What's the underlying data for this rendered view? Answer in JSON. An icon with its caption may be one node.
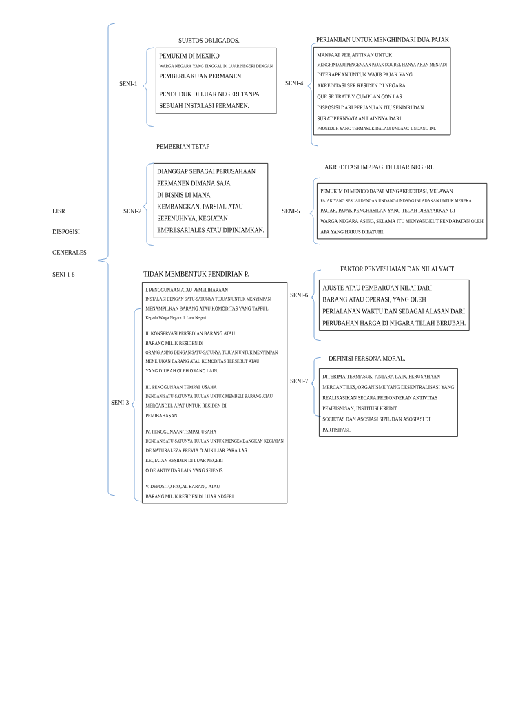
{
  "diagram": {
    "nodes": [
      {
        "text": [
          "SUJETOS OBLIGADOS.",
          "PEMUKIM DI MEXIKO",
          "WARGA NEGARA YANG TINGGAL DI LUAR NEGERI DENGAN",
          "PEMBERLAKUAN PERMANEN.",
          "PENDUDUK DI LUAR NEGERI TANPA",
          "SEBUAH INSTALASI PERMANEN."
        ]
      },
      {
        "text": [
          "PEMBERIAN TETAP",
          "DIANGGAP SEBAGAI PERUSAHAAN",
          "PERMANEN DIMANA SAJA",
          "DI BISNIS DI MANA",
          "KEMBANGKAN, PARSIAL ATAU",
          "SEPENUHNYA, KEGIATAN",
          "EMPRESARIALES ATAU DIPINJAMKAN."
        ]
      },
      {
        "text": [
          "TIDAK MEMBENTUK PENDIRIAN P.",
          "I. PENGGUNAAN ATAU PEMELIHARAAN",
          "INSTALASI DENGAN SATU-SATUNYA TUJUAN UNTUK MENYIMPAN",
          "MENAMPILKAN BARANG ATAU KOMODITAS YANG TAPPUL",
          "Kepada Warga Negara di Luar Negeri.",
          "II. KONSERVASI PERSEDIAN BARANG ATAU",
          "BARANG MILIK RESIDEN DI",
          "ORANG ASING DENGAN SATU-SATUNYA TUJUAN UNTUK MENYIMPAN",
          "MENEJUKAN BARANG ATAU KOMODITAS TERSEBUT ATAU",
          "YANG DIUBAH OLEH ORANG LAIN.",
          "III. PENGGUNAAN TEMPAT USAHA",
          "DENGAN SATU-SATUNYA TUJUAN UNTUK MEMBELI BARANG ATAU",
          "MERCANDEL APAT UNTUK RESIDEN DI",
          "PEMIBAHASAN.",
          "IV. PENGGUNAAN TEMPAT USAHA",
          "DENGAN SATU-SATUNYA TUJUAN UNTUK MENGEMBANGKAN KEGIATAN",
          "DE NATURALEZA PREVIA O AUXILIAR PARA LAS",
          "KEGIATAN RESIDEN DI LUAR NEGERI",
          "O DE AKTIVITAS LAIN YANG SEJENIS.",
          "V. DEPOSITO FISCAL BARANG ATAU",
          "BARANG MILIK RESIDEN DI LUAR NEGERI"
        ]
      },
      {
        "text": [
          "PERJANJIAN UNTUK MENGHINDARI DUA PAJAK",
          "MANFAAT PERjANTIKAN UNTUK",
          "MENGHINDARI PENGENAAN PAJAK DOUBEL HANYA AKAN MENJADI",
          "DITERAPKAN UNTUK WAJIB PAJAK YANG",
          "AKREDITASI SER RESIDEN DI NEGARA",
          "QUE SE TRATE Y CUMPLAN CON LAS",
          "DISPOSISI DARI PERJANJIAN ITU SENDIRI DAN",
          "SURAT PERNYATAAN LAINNYA DARI",
          "PROSEDUR YANG TERMASUK DALAM UNDANG-UNDANG INI."
        ]
      },
      {
        "text": [
          "AKREDITASI IMP.PAG. DI LUAR NEGERI.",
          "PEMUKIM DI MEXICO DAPAT MENGAKREDITASI, MELAWAN",
          "PAJAK YANG SESUAI DENGAN UNDANG-UNDANG INI ADAKAN UNTUK MEREKA",
          "PAGAR, PAJAK PENGHASILAN YANG TELAH DIBAYARKAN DI",
          "WARGA NEGARA ASING, SELAMA ITU MENYANGKUT PENDAPATAN OLEH",
          "APA YANG HARUS DIPATUHI."
        ]
      },
      {
        "text": [
          "FAKTOR PENYESUAIAN DAN NILAI YACT",
          "AJUSTE ATAU PEMBARUAN NILAI DARI",
          "BARANG ATAU OPERASI, YANG OLEH",
          "PERJALANAN WAKTU DAN SEBAGAI ALASAN DARI",
          "PERUBAHAN HARGA DI NEGARA TELAH BERUBAH."
        ]
      },
      {
        "text": [
          "DEFINISI PERSONA MORAL.",
          "DITERIMA TERMASUK, ANTARA LAIN, PERUSAHAAN",
          "MERCANTILES, ORGANISME YANG DESENTRALISASI YANG",
          "REALISASIKAN SECARA PREPONDERAN AKTIVITAS",
          "PEMBISNISAN, INSTITUSI KREDIT,",
          "SOCIETAS DAN ASOSIASI SIPIL DAN ASOSIASI DI",
          "PARTISIPASI."
        ]
      }
    ],
    "labels": [
      "LISR",
      "DISPOSISI",
      "GENERALES",
      "SENI 1-8",
      "SENI-1",
      "SENI-4",
      "SENI-2",
      "SENI-5",
      "SENI-6",
      "SENI-7",
      "SENI-3"
    ]
  }
}
